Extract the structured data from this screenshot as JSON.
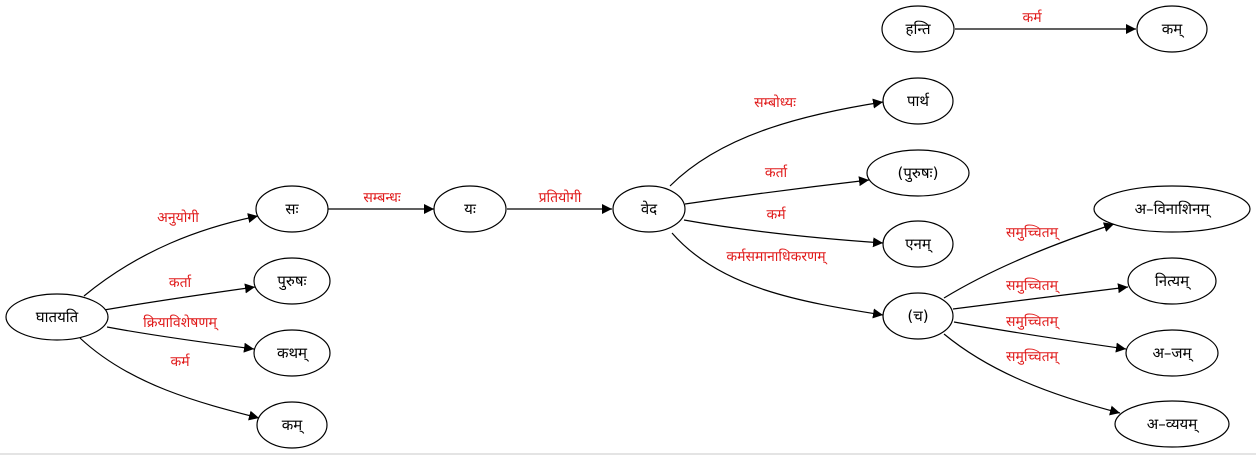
{
  "colors": {
    "edge_label": "#e01b1b",
    "stroke": "#000000",
    "background": "#ffffff"
  },
  "nodes": {
    "ghatayati": "घातयति",
    "sah": "सः",
    "purushah": "पुरुषः",
    "katham": "कथम्",
    "kam_1": "कम्",
    "yah": "यः",
    "veda": "वेद",
    "partha": "पार्थ",
    "purushah_paren": "(पुरुषः)",
    "enam": "एनम्",
    "cha": "(च)",
    "avinashinam": "अ–विनाशिनम्",
    "nityam": "नित्यम्",
    "ajam": "अ–जम्",
    "avyayam": "अ–व्ययम्",
    "hanti": "हन्ति",
    "kam_2": "कम्"
  },
  "edges": {
    "anuyogi": "अनुयोगी",
    "karta_1": "कर्ता",
    "kriyavisheshanam": "क्रियाविशेषणम्",
    "karma_1": "कर्म",
    "sambandhah": "सम्बन्धः",
    "pratiyogi": "प्रतियोगी",
    "sambodhyah": "सम्बोध्यः",
    "karta_2": "कर्ता",
    "karma_2": "कर्म",
    "karmasamanadhikaranam": "कर्मसमानाधिकरणम्",
    "samuccitam_1": "समुच्चितम्",
    "samuccitam_2": "समुच्चितम्",
    "samuccitam_3": "समुच्चितम्",
    "samuccitam_4": "समुच्चितम्",
    "karma_3": "कर्म"
  }
}
